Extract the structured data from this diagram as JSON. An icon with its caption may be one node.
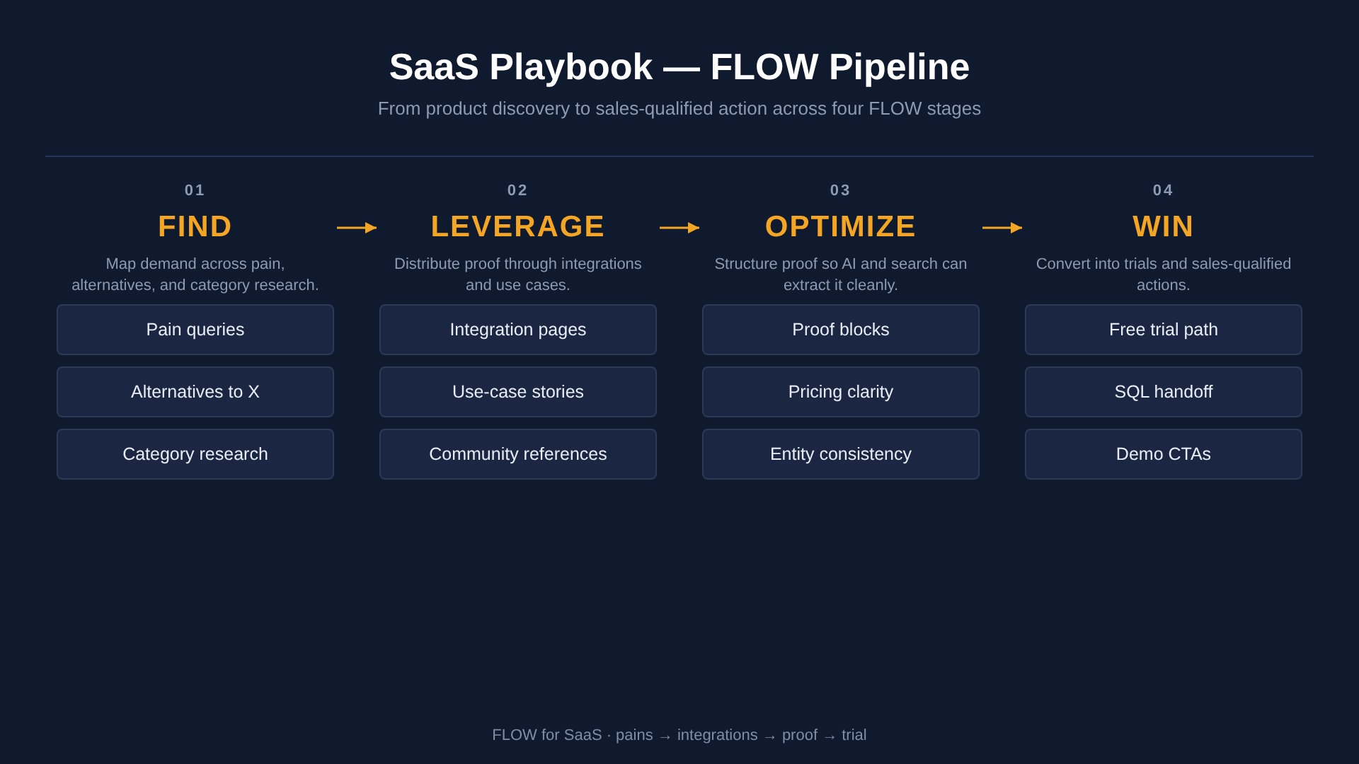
{
  "diagram": {
    "title": "SaaS Playbook — FLOW Pipeline",
    "caption": "FLOW for SaaS · pains → integrations → proof → trial",
    "labels": [
      "From product discovery to sales-qualified action across four FLOW stages"
    ],
    "nodes": [
      {
        "text": [
          "01",
          "FIND",
          "Map demand across pain, alternatives, and category research."
        ]
      },
      {
        "text": [
          "Pain queries"
        ]
      },
      {
        "text": [
          "Alternatives to X"
        ]
      },
      {
        "text": [
          "Category research"
        ]
      },
      {
        "text": [
          "02",
          "LEVERAGE",
          "Distribute proof through integrations and use cases."
        ]
      },
      {
        "text": [
          "Integration pages"
        ]
      },
      {
        "text": [
          "Use-case stories"
        ]
      },
      {
        "text": [
          "Community references"
        ]
      },
      {
        "text": [
          "03",
          "OPTIMIZE",
          "Structure proof so AI and search can extract it cleanly."
        ]
      },
      {
        "text": [
          "Proof blocks"
        ]
      },
      {
        "text": [
          "Pricing clarity"
        ]
      },
      {
        "text": [
          "Entity consistency"
        ]
      },
      {
        "text": [
          "04",
          "WIN",
          "Convert into trials and sales-qualified actions."
        ]
      },
      {
        "text": [
          "Free trial path"
        ]
      },
      {
        "text": [
          "SQL handoff"
        ]
      },
      {
        "text": [
          "Demo CTAs"
        ]
      }
    ],
    "edges": [
      {
        "from": 0,
        "to": 4,
        "arrow": "to"
      },
      {
        "from": 4,
        "to": 8,
        "arrow": "to"
      },
      {
        "from": 8,
        "to": 12,
        "arrow": "to"
      }
    ]
  }
}
